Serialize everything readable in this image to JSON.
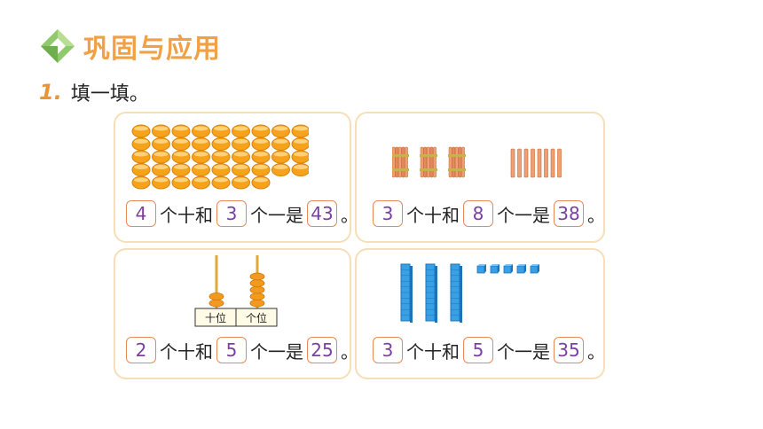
{
  "header": {
    "title": "巩固与应用",
    "icon": "green-diamond-icon"
  },
  "question": {
    "number": "1.",
    "text": "填一填。"
  },
  "cards": [
    {
      "tens": "4",
      "ones": "3",
      "total": "43",
      "illustration": "orange-fruit-pile"
    },
    {
      "tens": "3",
      "ones": "8",
      "total": "38",
      "illustration": "stick-bundles"
    },
    {
      "tens": "2",
      "ones": "5",
      "total": "25",
      "illustration": "abacus",
      "abacus_labels": [
        "十位",
        "个位"
      ]
    },
    {
      "tens": "3",
      "ones": "5",
      "total": "35",
      "illustration": "base-ten-blocks"
    }
  ],
  "phrase": {
    "tens_label": "个十和",
    "ones_label": "个一是",
    "end": "。"
  },
  "colors": {
    "accent": "#f0a045",
    "box_border": "#e58a5a",
    "answer": "#7a3fa0",
    "card_border": "#f6dfb8"
  }
}
